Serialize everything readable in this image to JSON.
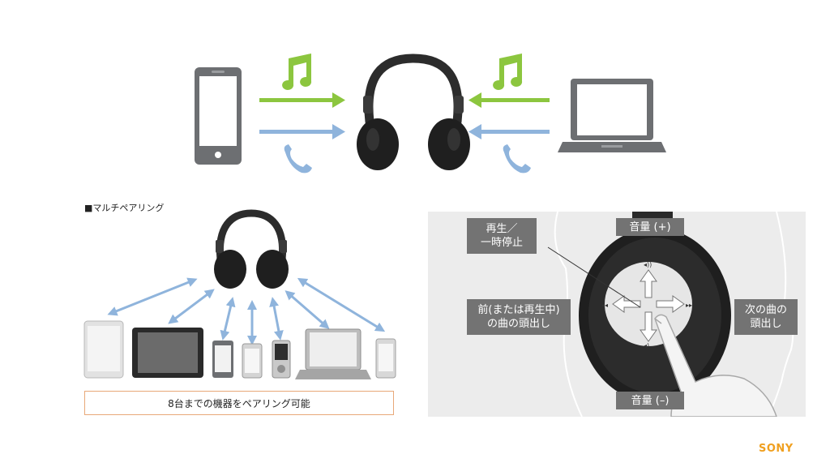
{
  "section": {
    "title": "■マルチペアリング"
  },
  "pairing_banner": {
    "text": "8台までの機器をペアリング可能"
  },
  "controls": {
    "play_pause": {
      "line1": "再生／",
      "line2": "一時停止"
    },
    "volume_up": "音量 (+)",
    "volume_down": "音量 (–)",
    "previous": {
      "line1": "前(または再生中)",
      "line2": "の曲の頭出し"
    },
    "next": {
      "line1": "次の曲の",
      "line2": "頭出し"
    }
  },
  "brand": {
    "logo": "SONY"
  },
  "colors": {
    "music_arrow": "#8cc63f",
    "call_arrow": "#8fb4dc",
    "pair_arrow": "#8fb4dc",
    "banner_border": "#e8a878",
    "label_bg": "#737373",
    "brand": "#f0a020"
  },
  "icons": [
    "smartphone-icon",
    "laptop-icon",
    "headphones-icon",
    "music-note-icon",
    "phone-call-icon",
    "tablet-icon",
    "walkman-icon",
    "touch-hand-icon"
  ]
}
